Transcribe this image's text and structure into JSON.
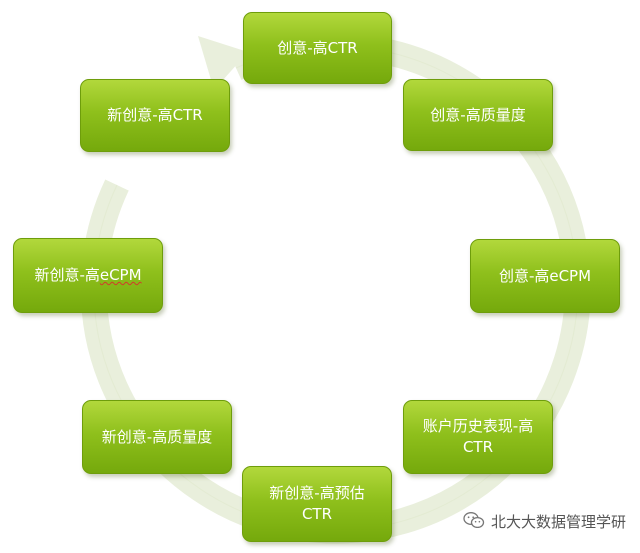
{
  "diagram": {
    "nodes": [
      {
        "label": "创意-高CTR"
      },
      {
        "label": "创意-高质量度"
      },
      {
        "label": "创意-高eCPM"
      },
      {
        "line1": "账户历史表现-高",
        "line2": "CTR"
      },
      {
        "line1": "新创意-高预估",
        "line2": "CTR"
      },
      {
        "label": "新创意-高质量度"
      },
      {
        "prefix": "新创意-高",
        "underlined": "eCPM"
      },
      {
        "label": "新创意-高CTR"
      }
    ]
  },
  "watermark": {
    "text": "北大大数据管理学研",
    "icon": "wechat-icon"
  },
  "colors": {
    "node_fill": "#8fc01c",
    "ring": "#e9efdc"
  }
}
